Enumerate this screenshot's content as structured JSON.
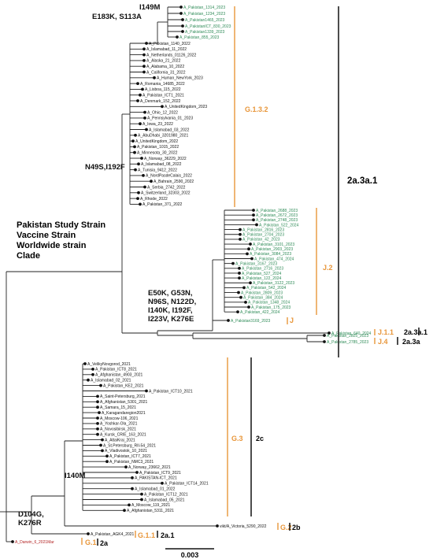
{
  "colors": {
    "pakistan": "#2e8b57",
    "vaccine": "#b22222",
    "worldwide": "#111111",
    "clade": "#e8963a",
    "branch": "#222222"
  },
  "legend": [
    {
      "label": "Pakistan Study Strain",
      "color": "#2e8b57"
    },
    {
      "label": "Vaccine Strain",
      "color": "#b22222"
    },
    {
      "label": "Worldwide strain",
      "color": "#111111"
    },
    {
      "label": "Clade",
      "color": "#e8963a"
    }
  ],
  "scale_bar": {
    "label": "0.003"
  },
  "mutations": [
    "I149M",
    "E183K, S113A",
    "N49S,I192F",
    "E50K, G53N,",
    "N96S, N122D,",
    "I140K, I192F,",
    "I223V, K276E",
    "I140M",
    "D104G,",
    "K276R"
  ],
  "groups": [
    {
      "id": "g132",
      "leaves": [
        {
          "label": "A_Pakistan_1314_2023",
          "kind": "pakistan"
        },
        {
          "label": "A_Pakistan_1234_2023",
          "kind": "pakistan"
        },
        {
          "label": "A_Pakistan1465_2023",
          "kind": "pakistan"
        },
        {
          "label": "A_PakistanICT_830_2023",
          "kind": "pakistan"
        },
        {
          "label": "A_Pakistan1339_2023",
          "kind": "pakistan"
        },
        {
          "label": "A_Pakistan_855_2023",
          "kind": "pakistan"
        },
        {
          "label": "A_Pakistan_1140_2022",
          "kind": "worldwide"
        },
        {
          "label": "A_Islamabad_11_2022",
          "kind": "worldwide"
        },
        {
          "label": "A_Netherlands_01126_2022",
          "kind": "worldwide"
        },
        {
          "label": "A_Alaska_21_2022",
          "kind": "worldwide"
        },
        {
          "label": "A_Alabama_10_2022",
          "kind": "worldwide"
        },
        {
          "label": "A_California_31_2022",
          "kind": "worldwide"
        },
        {
          "label": "A_Human_NewYork_2023",
          "kind": "worldwide"
        },
        {
          "label": "A_Romania_14685_2022",
          "kind": "worldwide"
        },
        {
          "label": "A_Lisboa_115_2022",
          "kind": "worldwide"
        },
        {
          "label": "A_Pakistan_ICT1_2021",
          "kind": "worldwide"
        },
        {
          "label": "A_Denmark_152_2022",
          "kind": "worldwide"
        },
        {
          "label": "A_UnitedKingdom_2023",
          "kind": "worldwide"
        },
        {
          "label": "A_Ohio_12_2022",
          "kind": "worldwide"
        },
        {
          "label": "A_Pennsylvania_01_2023",
          "kind": "worldwide"
        },
        {
          "label": "A_Iowa_23_2022",
          "kind": "worldwide"
        },
        {
          "label": "A_Islamabad_03_2022",
          "kind": "worldwide"
        },
        {
          "label": "A_AbuDhabi_3201980_2021",
          "kind": "worldwide"
        },
        {
          "label": "A_UnitedKingdom_2022",
          "kind": "worldwide"
        },
        {
          "label": "A_Pakistan_1015_2022",
          "kind": "worldwide"
        },
        {
          "label": "A_Minnesota_30_2022",
          "kind": "worldwide"
        },
        {
          "label": "A_Norway_36229_2022",
          "kind": "worldwide"
        },
        {
          "label": "A_Islamabad_08_2022",
          "kind": "worldwide"
        },
        {
          "label": "A_Tunisia_9412_2022",
          "kind": "worldwide"
        },
        {
          "label": "A_NordPasdeCalais_2022",
          "kind": "worldwide"
        },
        {
          "label": "A_Bahrain_2590_2022",
          "kind": "worldwide"
        },
        {
          "label": "A_Serbia_2742_2022",
          "kind": "worldwide"
        },
        {
          "label": "A_Switzerland_32303_2022",
          "kind": "worldwide"
        },
        {
          "label": "A_Rhode_2022",
          "kind": "worldwide"
        },
        {
          "label": "A_Pakistan_371_2022",
          "kind": "worldwide"
        }
      ]
    },
    {
      "id": "j2",
      "leaves": [
        {
          "label": "A_Pakistan_2688_2023",
          "kind": "pakistan"
        },
        {
          "label": "A_Pakistan_2672_2023",
          "kind": "pakistan"
        },
        {
          "label": "A_Pakistan_2748_2023",
          "kind": "pakistan"
        },
        {
          "label": "A_Pakistan_522_2024",
          "kind": "pakistan"
        },
        {
          "label": "A_Pakistan_2816_2023",
          "kind": "pakistan"
        },
        {
          "label": "A_Pakistan_2704_2023",
          "kind": "pakistan"
        },
        {
          "label": "A_Pakistan_42_2023",
          "kind": "pakistan"
        },
        {
          "label": "A_Pakistan_3101_2023",
          "kind": "pakistan"
        },
        {
          "label": "A_Pakistan_2903_2023",
          "kind": "pakistan"
        },
        {
          "label": "A_Pakistan_3084_2023",
          "kind": "pakistan"
        },
        {
          "label": "A_Pakistan_474_2024",
          "kind": "pakistan"
        },
        {
          "label": "A_Pakistan_3167_2023",
          "kind": "pakistan"
        },
        {
          "label": "A_Pakistan_2716_2023",
          "kind": "pakistan"
        },
        {
          "label": "A_Pakistan_527_2024",
          "kind": "pakistan"
        },
        {
          "label": "A_Pakistan_122_2024",
          "kind": "pakistan"
        },
        {
          "label": "A_Pakistan_3122_2023",
          "kind": "pakistan"
        },
        {
          "label": "A_Pakistan_542_2024",
          "kind": "pakistan"
        },
        {
          "label": "A_Pakistan_2809_2023",
          "kind": "pakistan"
        },
        {
          "label": "A_Pakistan_384_2024",
          "kind": "pakistan"
        },
        {
          "label": "A_Pakistan_1348_2024",
          "kind": "pakistan"
        },
        {
          "label": "A_Pakistan_175_2023",
          "kind": "pakistan"
        },
        {
          "label": "A_Pakistan_422_2024",
          "kind": "pakistan"
        }
      ]
    },
    {
      "id": "j",
      "leaves": [
        {
          "label": "A_Pakistan3169_2023",
          "kind": "pakistan"
        }
      ]
    },
    {
      "id": "j11",
      "leaves": [
        {
          "label": "A_Pakistan_640_2024",
          "kind": "pakistan"
        }
      ]
    },
    {
      "id": "j4",
      "leaves": [
        {
          "label": "A_Pakistan_2825_2023",
          "kind": "pakistan"
        },
        {
          "label": "A_Pakistan_2785_2023",
          "kind": "pakistan"
        }
      ]
    },
    {
      "id": "g3",
      "leaves": [
        {
          "label": "A_VelikyNovgorod_2021",
          "kind": "worldwide"
        },
        {
          "label": "A_Pakistan_ICT8_2021",
          "kind": "worldwide"
        },
        {
          "label": "A_Afghanistan_4903_2021",
          "kind": "worldwide"
        },
        {
          "label": "A_Islamabad_02_2021",
          "kind": "worldwide"
        },
        {
          "label": "A_Pakistan_KE2_2021",
          "kind": "worldwide"
        },
        {
          "label": "A_Pakistan_ICT10_2021",
          "kind": "worldwide"
        },
        {
          "label": "A_Saint-Petersburg_2021",
          "kind": "worldwide"
        },
        {
          "label": "A_Afghanistan_5301_2021",
          "kind": "worldwide"
        },
        {
          "label": "A_Samara_15_2021",
          "kind": "worldwide"
        },
        {
          "label": "A_Karagandaregion2021",
          "kind": "worldwide"
        },
        {
          "label": "A_Moscow-106_2021",
          "kind": "worldwide"
        },
        {
          "label": "A_Yoshkar-Ola_2021",
          "kind": "worldwide"
        },
        {
          "label": "A_Novosibirsk_2021",
          "kind": "worldwide"
        },
        {
          "label": "A_Kursk_CRIE_163_2021",
          "kind": "worldwide"
        },
        {
          "label": "A_AltaiKrai_2021",
          "kind": "worldwide"
        },
        {
          "label": "A_St.Petersburg_RII-54_2021",
          "kind": "worldwide"
        },
        {
          "label": "A_Vladivostok_10_2021",
          "kind": "worldwide"
        },
        {
          "label": "A_Pakistan_ICT7_2021",
          "kind": "worldwide"
        },
        {
          "label": "A_Pakistan_NMC3_2021",
          "kind": "worldwide"
        },
        {
          "label": "A_Norway_23662_2021",
          "kind": "worldwide"
        },
        {
          "label": "A_Pakistan_ICT9_2021",
          "kind": "worldwide"
        },
        {
          "label": "A_PAKISTAN-ICT_2021",
          "kind": "worldwide"
        },
        {
          "label": "A_Pakistan_ICT14_2021",
          "kind": "worldwide"
        },
        {
          "label": "A_Islamabad_01_2022",
          "kind": "worldwide"
        },
        {
          "label": "A_Pakistan_ICT12_2021",
          "kind": "worldwide"
        },
        {
          "label": "A_Islamabad_05_2021",
          "kind": "worldwide"
        },
        {
          "label": "A_Moscow_119_2021",
          "kind": "worldwide"
        },
        {
          "label": "A_Afghanistan_5311_2021",
          "kind": "worldwide"
        }
      ]
    },
    {
      "id": "g2",
      "leaves": [
        {
          "label": "vikt/A_Victoria_5290_2022",
          "kind": "worldwide"
        }
      ]
    },
    {
      "id": "g11",
      "leaves": [
        {
          "label": "A_Pakistan_AGK4_2021",
          "kind": "worldwide"
        }
      ]
    },
    {
      "id": "g1",
      "leaves": [
        {
          "label": "A_Darwin_6_2021Mar",
          "kind": "vaccine"
        }
      ]
    }
  ],
  "clades": [
    {
      "label": "G.1.3.2",
      "color": "#e8963a"
    },
    {
      "label": "J.2",
      "color": "#e8963a"
    },
    {
      "label": "J",
      "color": "#e8963a"
    },
    {
      "label": "J.1.1",
      "color": "#e8963a"
    },
    {
      "label": "J.4",
      "color": "#e8963a"
    },
    {
      "label": "G.3",
      "color": "#e8963a"
    },
    {
      "label": "G.2",
      "color": "#e8963a"
    },
    {
      "label": "G.1.1",
      "color": "#e8963a"
    },
    {
      "label": "G.1",
      "color": "#e8963a"
    }
  ],
  "subclades": [
    "2a.3a.1",
    "2a.3a.1",
    "2a.3a",
    "2c",
    "2b",
    "2a.1",
    "2a"
  ]
}
